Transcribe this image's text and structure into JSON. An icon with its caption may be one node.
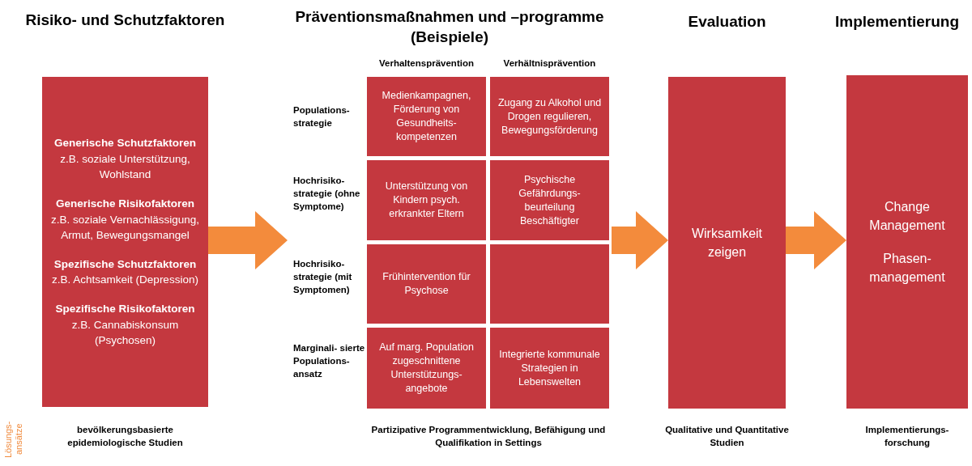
{
  "diagram": {
    "nodes": [
      {
        "text": [
          "Risiko- und Schutzfaktoren",
          "Generische Schutzfaktoren",
          "z.B. soziale Unterstützung, Wohlstand",
          "Generische Risikofaktoren",
          "z.B. soziale Vernachlässigung, Armut, Bewegungsmangel",
          "Spezifische Schutzfaktoren",
          "z.B. Achtsamkeit (Depression)",
          "Spezifische Risikofaktoren",
          "z.B. Cannabiskonsum (Psychosen)"
        ]
      },
      {
        "text": [
          "Präventionsmaßnahmen und –programme (Beispiele)"
        ]
      },
      {
        "text": [
          "Medienkampagnen, Förderung von Gesundheits- kompetenzen"
        ],
        "in": 1
      },
      {
        "text": [
          "Zugang zu Alkohol und Drogen regulieren, Bewegungsförderung"
        ],
        "in": 1
      },
      {
        "text": [
          "Unterstützung von Kindern psych. erkrankter Eltern"
        ],
        "in": 1
      },
      {
        "text": [
          "Psychische Gefährdungs- beurteilung Beschäftigter"
        ],
        "in": 1
      },
      {
        "text": [
          "Frühintervention für Psychose"
        ],
        "in": 1
      },
      {
        "text": [],
        "shape": "box",
        "in": 1
      },
      {
        "text": [
          "Auf marg. Population zugeschnittene Unterstützungs- angebote"
        ],
        "in": 1
      },
      {
        "text": [
          "Integrierte kommunale Strategien in Lebenswelten"
        ],
        "in": 1
      },
      {
        "text": [
          "Evaluation",
          "Wirksamkeit zeigen"
        ]
      },
      {
        "text": [
          "Implementierung",
          "Change Management",
          "Phasen- management"
        ]
      }
    ],
    "edges": [
      {
        "from": 0,
        "to": 1,
        "arrow": "to"
      },
      {
        "from": 1,
        "to": 10,
        "arrow": "to"
      },
      {
        "from": 10,
        "to": 11,
        "arrow": "to"
      }
    ],
    "labels": [
      "Verhaltensprävention",
      "Verhältnisprävention",
      "Populations- strategie",
      "Hochrisiko- strategie (ohne Symptome)",
      "Hochrisiko- strategie (mit Symptomen)",
      "Marginali- sierte Populations- ansatz",
      "Lösungs- ansätze",
      "bevölkerungsbasierte epidemiologische Studien",
      "Partizipative Programmentwicklung, Befähigung und Qualifikation in Settings",
      "Qualitative und Quantitative Studien",
      "Implementierungs- forschung"
    ]
  }
}
